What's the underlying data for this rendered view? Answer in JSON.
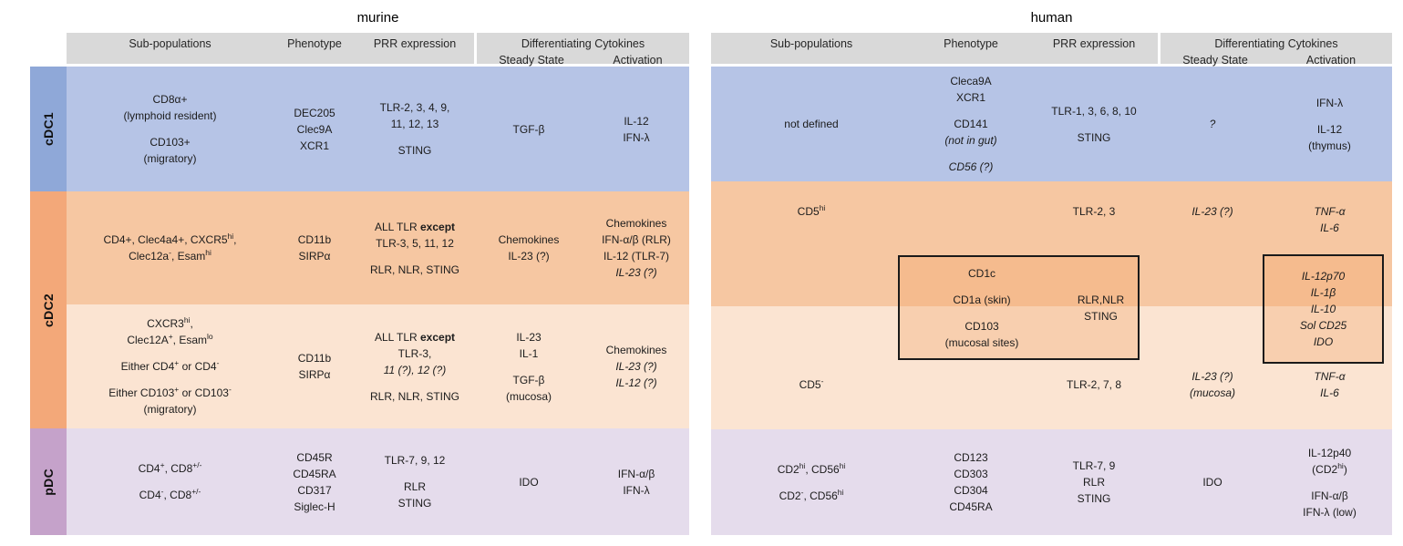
{
  "colors": {
    "header_gray": "#d9d9d9",
    "cdc1_label": "#8fa8d8",
    "cdc1_body": "#b6c4e6",
    "cdc2_label": "#f3a879",
    "cdc2_row_dark": "#f6c7a2",
    "cdc2_row_light": "#fbe4d2",
    "pdc_label": "#c5a2ca",
    "pdc_body": "#e5dcec",
    "box_border": "#1a1a1a",
    "box_fill": "rgba(241,158,96,0.30)",
    "text_color": "#1c1c1c"
  },
  "murine": {
    "title": "murine",
    "headers": {
      "subpop": "Sub-populations",
      "phenotype": "Phenotype",
      "prr": "PRR expression",
      "cytokines": "Differentiating Cytokines",
      "steady": "Steady State",
      "activation": "Activation"
    },
    "row_labels": {
      "cdc1": "cDC1",
      "cdc2": "cDC2",
      "pdc": "pDC"
    },
    "cdc1": {
      "subpop": [
        "CD8α+",
        "(lymphoid resident)",
        "",
        "CD103+",
        "(migratory)"
      ],
      "phenotype": [
        "DEC205",
        "Clec9A",
        "XCR1"
      ],
      "prr": [
        "TLR-2, 3, 4, 9,",
        "11, 12, 13",
        "",
        "STING"
      ],
      "steady": [
        "TGF-β"
      ],
      "activation": [
        "IL-12",
        "IFN-λ"
      ]
    },
    "cdc2a": {
      "subpop": [
        "CD4+, Clec4a4+, CXCR5<sup>hi</sup>,",
        "Clec12a<sup>-</sup>, Esam<sup>hi</sup>"
      ],
      "phenotype": [
        "CD11b",
        "SIRPα"
      ],
      "prr": [
        "ALL TLR <b>except</b>",
        "TLR-3, 5, 11, 12",
        "",
        "RLR, NLR, STING"
      ],
      "steady": [
        "Chemokines",
        "IL-23 (?)"
      ],
      "activation": [
        "Chemokines",
        "IFN-α/β  (RLR)",
        "IL-12 (TLR-7)",
        "<i>IL-23 (?)</i>"
      ]
    },
    "cdc2b": {
      "subpop": [
        "CXCR3<sup>hi</sup>,",
        "Clec12A<sup>+</sup>, Esam<sup>lo</sup>",
        "",
        "Either CD4<sup>+</sup> or CD4<sup>-</sup>",
        "",
        "Either CD103<sup>+</sup> or CD103<sup>-</sup>",
        "(migratory)"
      ],
      "phenotype": [
        "CD11b",
        "SIRPα"
      ],
      "prr": [
        "ALL TLR <b>except</b>",
        "TLR-3,",
        "<i>11 (?), 12 (?)</i>",
        "",
        "RLR, NLR, STING"
      ],
      "steady": [
        "IL-23",
        "IL-1",
        "",
        "TGF-β",
        "(mucosa)"
      ],
      "activation": [
        "Chemokines",
        "<i>IL-23 (?)</i>",
        "<i>IL-12 (?)</i>"
      ]
    },
    "pdc": {
      "subpop": [
        "CD4<sup>+</sup>, CD8<sup>+/-</sup>",
        "",
        "CD4<sup>-</sup>, CD8<sup>+/-</sup>"
      ],
      "phenotype": [
        "CD45R",
        "CD45RA",
        "CD317",
        "Siglec-H"
      ],
      "prr": [
        "TLR-7, 9, 12",
        "",
        "RLR",
        "STING"
      ],
      "steady": [
        "IDO"
      ],
      "activation": [
        "IFN-α/β",
        "IFN-λ"
      ]
    }
  },
  "human": {
    "title": "human",
    "headers": {
      "subpop": "Sub-populations",
      "phenotype": "Phenotype",
      "prr": "PRR expression",
      "cytokines": "Differentiating Cytokines",
      "steady": "Steady State",
      "activation": "Activation"
    },
    "cdc1": {
      "subpop": [
        "not defined"
      ],
      "phenotype": [
        "Cleca9A",
        "XCR1",
        "",
        "CD141",
        "<i>(not in gut)</i>",
        "",
        "<i>CD56 (?)</i>"
      ],
      "prr": [
        "TLR-1, 3, 6, 8, 10",
        "",
        "STING"
      ],
      "steady": [
        "<i>?</i>"
      ],
      "activation": [
        "IFN-λ",
        "",
        "IL-12",
        "(thymus)"
      ]
    },
    "cdc2a": {
      "subpop": [
        "CD5<sup>hi</sup>"
      ],
      "prr": [
        "TLR-2, 3"
      ],
      "steady": [
        "<i>IL-23 (?)</i>"
      ],
      "activation": [
        "<i>TNF-α</i>",
        "<i>IL-6</i>"
      ]
    },
    "cdc2b": {
      "subpop": [
        "CD5<sup>-</sup>"
      ],
      "prr": [
        "TLR-2, 7, 8"
      ],
      "steady": [
        "<i>IL-23 (?)</i>",
        "<i>(mucosa)</i>"
      ],
      "activation": [
        "<i>TNF-α</i>",
        "<i>IL-6</i>"
      ]
    },
    "box_phe_prr": {
      "phenotype": [
        "CD1c",
        "",
        "CD1a (skin)",
        "",
        "CD103",
        "(mucosal sites)"
      ],
      "prr": [
        "RLR,NLR",
        "STING"
      ]
    },
    "box_act": {
      "activation": [
        "<i>IL-12p70</i>",
        "<i>IL-1β</i>",
        "<i>IL-10</i>",
        "<i>Sol CD25</i>",
        "<i>IDO</i>"
      ]
    },
    "pdc": {
      "subpop": [
        "CD2<sup>hi</sup>, CD56<sup>hi</sup>",
        "",
        "CD2<sup>-</sup>, CD56<sup>hi</sup>"
      ],
      "phenotype": [
        "CD123",
        "CD303",
        "CD304",
        "CD45RA"
      ],
      "prr": [
        "TLR-7, 9",
        "RLR",
        "STING"
      ],
      "steady": [
        "IDO"
      ],
      "activation": [
        "IL-12p40",
        "(CD2<sup>hi</sup>)",
        "",
        "IFN-α/β",
        "IFN-λ (low)"
      ]
    }
  }
}
